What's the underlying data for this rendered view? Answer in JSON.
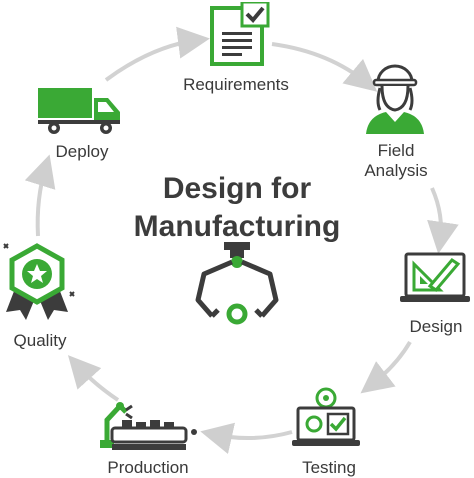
{
  "title": {
    "line1": "Design for",
    "line2": "Manufacturing"
  },
  "steps": [
    {
      "label": "Requirements",
      "icon": "document-checklist-icon"
    },
    {
      "label": "Field\nAnalysis",
      "icon": "field-engineer-icon"
    },
    {
      "label": "Design",
      "icon": "laptop-drafting-icon"
    },
    {
      "label": "Testing",
      "icon": "laptop-gears-checklist-icon"
    },
    {
      "label": "Production",
      "icon": "robotic-assembly-line-icon"
    },
    {
      "label": "Quality",
      "icon": "quality-badge-icon"
    },
    {
      "label": "Deploy",
      "icon": "delivery-truck-icon"
    }
  ],
  "center_icon": "robotic-claw-icon",
  "colors": {
    "green": "#3aa935",
    "dark": "#3c3c3c",
    "arrow": "#cfcfcf",
    "text": "#3a3a3a"
  }
}
